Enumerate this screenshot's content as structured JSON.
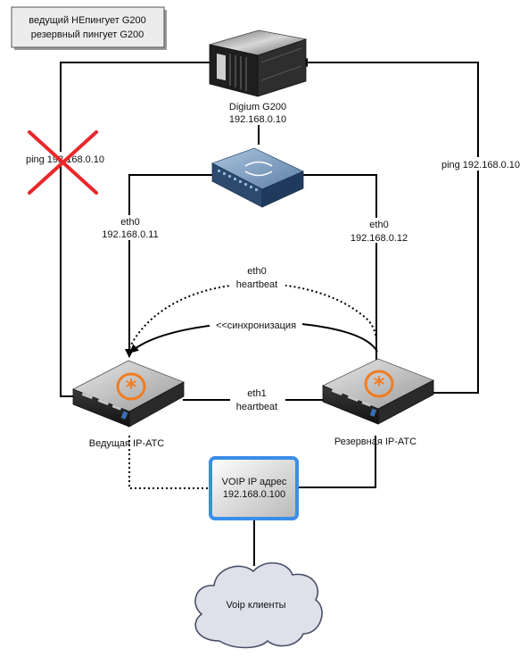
{
  "legend": {
    "line1": "ведущий НЕпингует G200",
    "line2": "резервный пингует G200"
  },
  "g200": {
    "name": "Digium G200",
    "ip": "192.168.0.10"
  },
  "ping_left": "ping 192.168.0.10",
  "ping_right": "ping 192.168.0.10",
  "eth0_left": {
    "iface": "eth0",
    "ip": "192.168.0.11"
  },
  "eth0_right": {
    "iface": "eth0",
    "ip": "192.168.0.12"
  },
  "heartbeat_top": {
    "iface": "eth0",
    "label": "heartbeat"
  },
  "sync": "<<синхронизация",
  "heartbeat_mid": {
    "iface": "eth1",
    "label": "heartbeat"
  },
  "master": {
    "name": "Ведущая IP-АТС"
  },
  "backup": {
    "name": "Резервная IP-АТС"
  },
  "voip": {
    "title": "VOIP IP адрес",
    "ip": "192.168.0.100"
  },
  "cloud": {
    "label": "Voip клиенты"
  },
  "icons": [
    "server-icon",
    "switch-icon",
    "asterisk-logo-icon",
    "cloud-icon",
    "cross-icon"
  ],
  "colors": {
    "cross": "#e8282b",
    "voip_border": "#3a8ee8",
    "asterisk": "#f07c22",
    "cloud_fill": "#dfe1ea"
  }
}
